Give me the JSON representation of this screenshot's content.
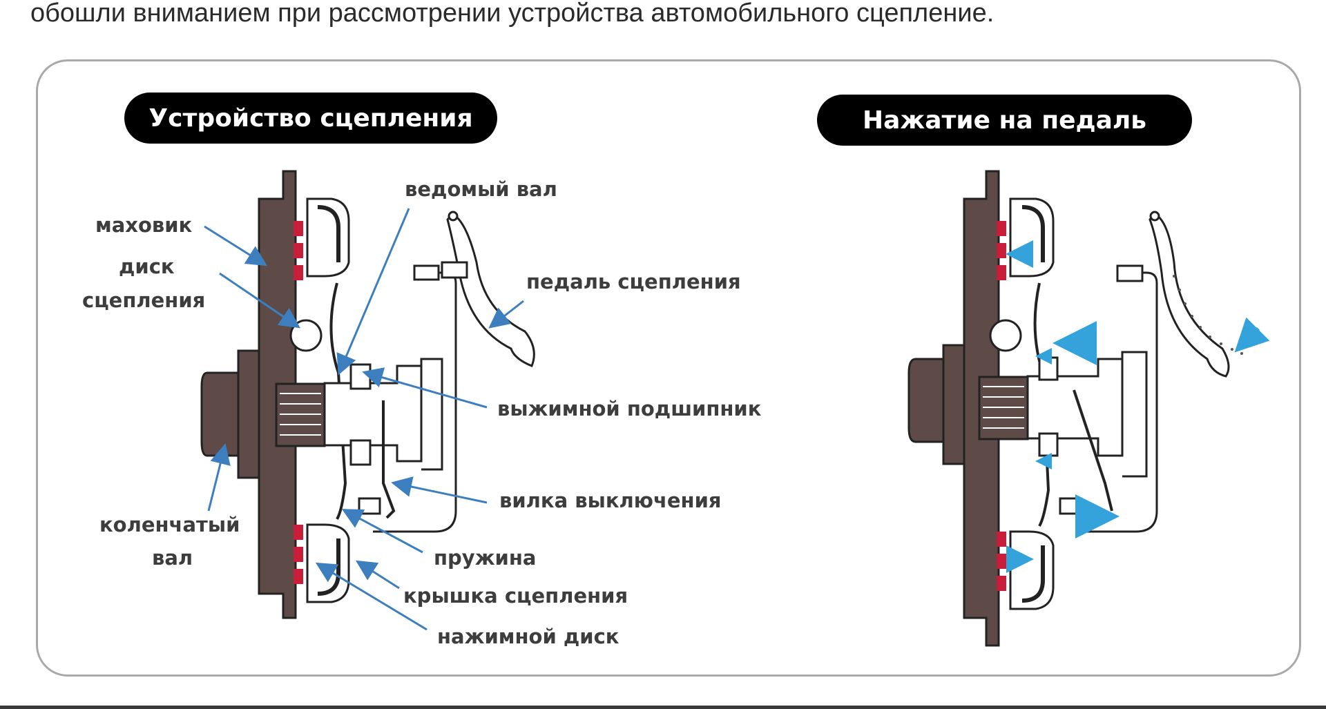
{
  "article": {
    "intro_text": "обошли вниманием при рассмотрении устройства автомобильного сцепление."
  },
  "figure": {
    "left_panel": {
      "title": "Устройство сцепления",
      "labels": {
        "flywheel": "маховик",
        "clutch_disc_line1": "диск",
        "clutch_disc_line2": "сцепления",
        "crankshaft_line1": "коленчатый",
        "crankshaft_line2": "вал",
        "driven_shaft": "ведомый вал",
        "clutch_pedal": "педаль сцепления",
        "release_bearing": "выжимной подшипник",
        "release_fork": "вилка выключения",
        "spring": "пружина",
        "clutch_cover": "крышка сцепления",
        "pressure_plate": "нажимной диск"
      }
    },
    "right_panel": {
      "title": "Нажатие на педаль"
    },
    "colors": {
      "housing": "#5e4a46",
      "friction": "#c81e3a",
      "arrow": "#3d7fbe",
      "motion_arrow": "#34a3dc",
      "label_text": "#3d3d3d",
      "pill_bg": "#000000"
    }
  }
}
